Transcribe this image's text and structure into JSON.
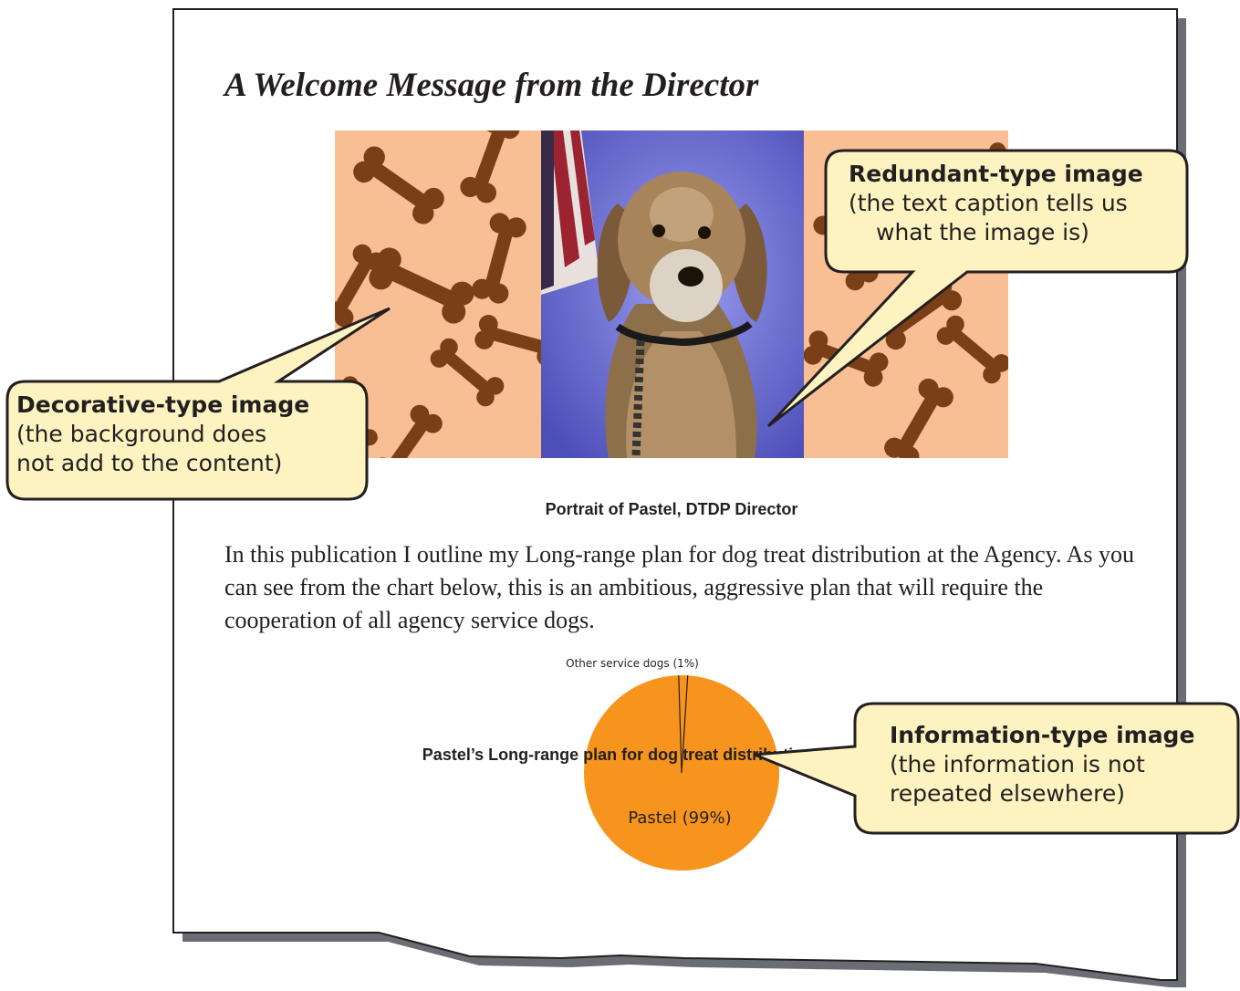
{
  "page": {
    "title": "A Welcome Message from the Director",
    "portrait_caption": "Portrait of Pastel, DTDP Director",
    "body_text": "In this publication I outline my Long-range plan for dog treat distribution at the Agency. As you can see from the chart below, this is an ambitious, aggressive plan that will require the cooperation of all agency service dogs.",
    "chart_caption": "Pastel’s Long-range plan for dog treat distribution at the Agency."
  },
  "callouts": {
    "redundant": {
      "title": "Redundant-type image",
      "line1": "(the text caption tells us",
      "line2": "what the image is)"
    },
    "decorative": {
      "title": "Decorative-type image",
      "line1": "(the background does",
      "line2": "not add to the content)"
    },
    "information": {
      "title": "Information-type image",
      "line1": "(the information is not",
      "line2": "repeated elsewhere)"
    }
  },
  "colors": {
    "callout_fill": "#fdf3c0",
    "background_peach": "#f8be94",
    "bone_brown": "#7a3f17",
    "pie_orange": "#f7941d",
    "photo_backdrop": "#6f74dc"
  },
  "chart_data": {
    "type": "pie",
    "slices": [
      {
        "label": "Other service dogs (1%)",
        "value": 1
      },
      {
        "label": "Pastel (99%)",
        "value": 99
      }
    ],
    "title": "",
    "caption": "Pastel’s Long-range plan for dog treat distribution at the Agency."
  }
}
